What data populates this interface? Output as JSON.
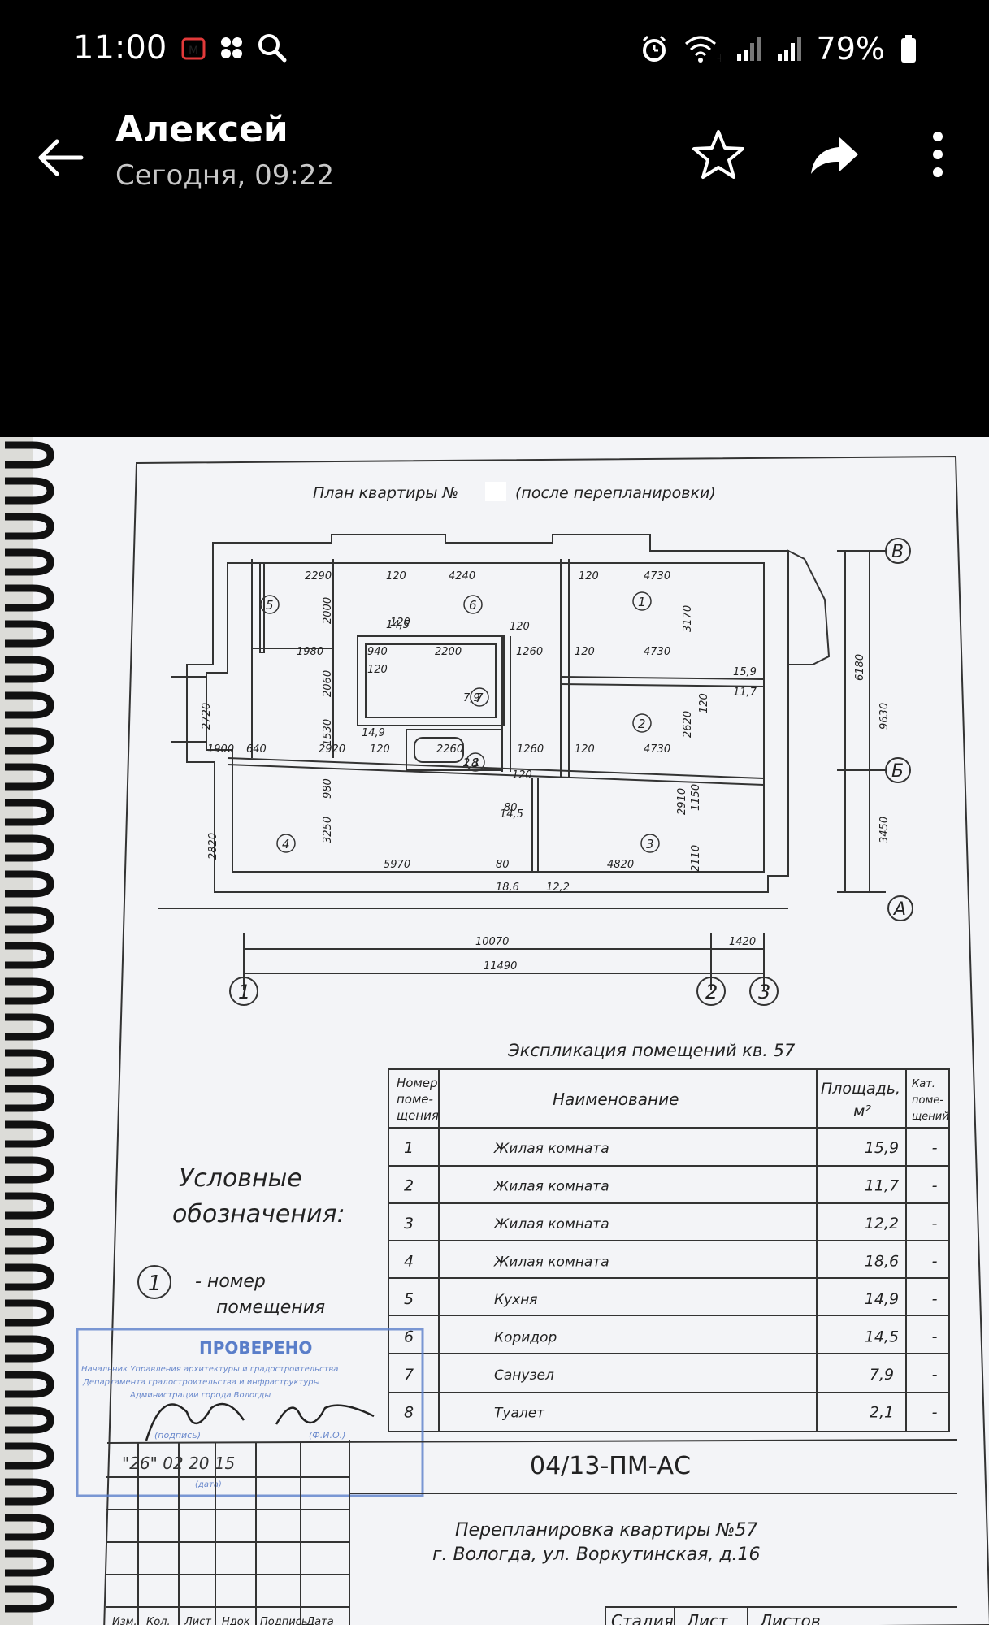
{
  "status_bar": {
    "time": "11:00",
    "battery": "79%",
    "icons": [
      "calendar-icon",
      "apps-icon",
      "search-icon",
      "alarm-icon",
      "wifi-icon",
      "signal-icon",
      "signal-icon",
      "battery-icon"
    ]
  },
  "app_bar": {
    "sender": "Алексей",
    "timestamp": "Сегодня, 09:22",
    "actions": [
      "star-icon",
      "share-icon",
      "more-vert-icon"
    ]
  },
  "plan": {
    "title": "План квартиры №",
    "title_suffix": "(после перепланировки)",
    "axes": [
      "В",
      "Б",
      "А",
      "1",
      "2",
      "3"
    ],
    "room_numbers": [
      "1",
      "2",
      "3",
      "4",
      "5",
      "6",
      "7",
      "8"
    ],
    "dims": {
      "d2290": "2290",
      "d120a": "120",
      "d4240": "4240",
      "d120b": "120",
      "d4730": "4730",
      "d1980": "1980",
      "d940": "940",
      "d2200": "2200",
      "d1260a": "1260",
      "d120c": "120",
      "d4730b": "4730",
      "d1900": "1900",
      "d640": "640",
      "d2920": "2920",
      "d120d": "120",
      "d2260": "2260",
      "d1260b": "1260",
      "d120e": "120",
      "d4730c": "4730",
      "d120f": "120",
      "d5970": "5970",
      "d80": "80",
      "d4820": "4820",
      "d10070": "10070",
      "d11490": "11490",
      "d1420": "1420",
      "d6180": "6180",
      "d9630": "9630",
      "d3450": "3450",
      "d2000": "2000",
      "d2060": "2060",
      "d1530": "1530",
      "d2720": "2720",
      "d2820": "2820",
      "d3250": "3250",
      "d2910": "2910",
      "d3170": "3170",
      "d2620": "2620",
      "d1150": "1150",
      "d2110": "2110",
      "d980": "980",
      "d80b": "80",
      "d120g": "120",
      "d120h": "120",
      "d120i": "120"
    },
    "areas": {
      "a145": "14,5",
      "a145b": "14,5",
      "a149": "14,9",
      "a159": "15,9",
      "a117": "11,7",
      "a186": "18,6",
      "a122": "12,2",
      "a79": "7,9",
      "a21": "2,1",
      "a120": "120"
    }
  },
  "explication": {
    "title": "Экспликация помещений кв. 57",
    "headers": {
      "num": [
        "Номер",
        "поме-",
        "щения"
      ],
      "name": "Наименование",
      "area": [
        "Площадь,",
        "м²"
      ],
      "cat": [
        "Кат.",
        "поме-",
        "щений"
      ]
    },
    "rows": [
      {
        "num": "1",
        "name": "Жилая комната",
        "area": "15,9",
        "cat": "-"
      },
      {
        "num": "2",
        "name": "Жилая комната",
        "area": "11,7",
        "cat": "-"
      },
      {
        "num": "3",
        "name": "Жилая комната",
        "area": "12,2",
        "cat": "-"
      },
      {
        "num": "4",
        "name": "Жилая комната",
        "area": "18,6",
        "cat": "-"
      },
      {
        "num": "5",
        "name": "Кухня",
        "area": "14,9",
        "cat": "-"
      },
      {
        "num": "6",
        "name": "Коридор",
        "area": "14,5",
        "cat": "-"
      },
      {
        "num": "7",
        "name": "Санузел",
        "area": "7,9",
        "cat": "-"
      },
      {
        "num": "8",
        "name": "Туалет",
        "area": "2,1",
        "cat": "-"
      }
    ]
  },
  "legend": {
    "title1": "Условные",
    "title2": "обозначения:",
    "sample": "1",
    "text1": "- номер",
    "text2": "помещения"
  },
  "stamp": {
    "title": "ПРОВЕРЕНО",
    "line1": "Начальник Управления архитектуры и градостроительства",
    "line2": "Департамента градостроительства и инфраструктуры",
    "line3": "Администрации города Вологды",
    "sign_label": "(подпись)",
    "name_label": "(Ф.И.О.)",
    "date": "\"26\"   02   20 15",
    "date_label": "(дата)"
  },
  "title_block": {
    "code": "04/13-ПМ-АС",
    "line1": "Перепланировка квартиры №57",
    "line2": "г. Вологда, ул. Воркутинская, д.16",
    "cols": [
      "Изм.",
      "Кол.",
      "Лист",
      "Ндок",
      "Подпись",
      "Дата"
    ],
    "stage": "Стадия",
    "sheet": "Лист",
    "sheets": "Листов"
  }
}
